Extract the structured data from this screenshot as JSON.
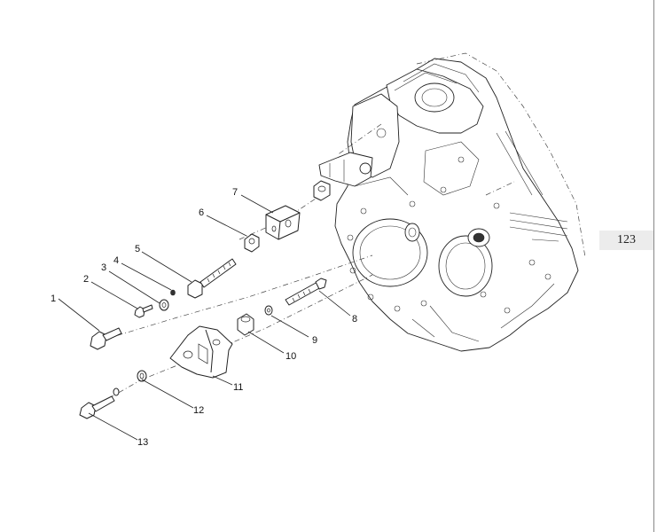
{
  "page_tab": {
    "label": "123"
  },
  "callouts": [
    "1",
    "2",
    "3",
    "4",
    "5",
    "6",
    "7",
    "8",
    "9",
    "10",
    "11",
    "12",
    "13"
  ]
}
